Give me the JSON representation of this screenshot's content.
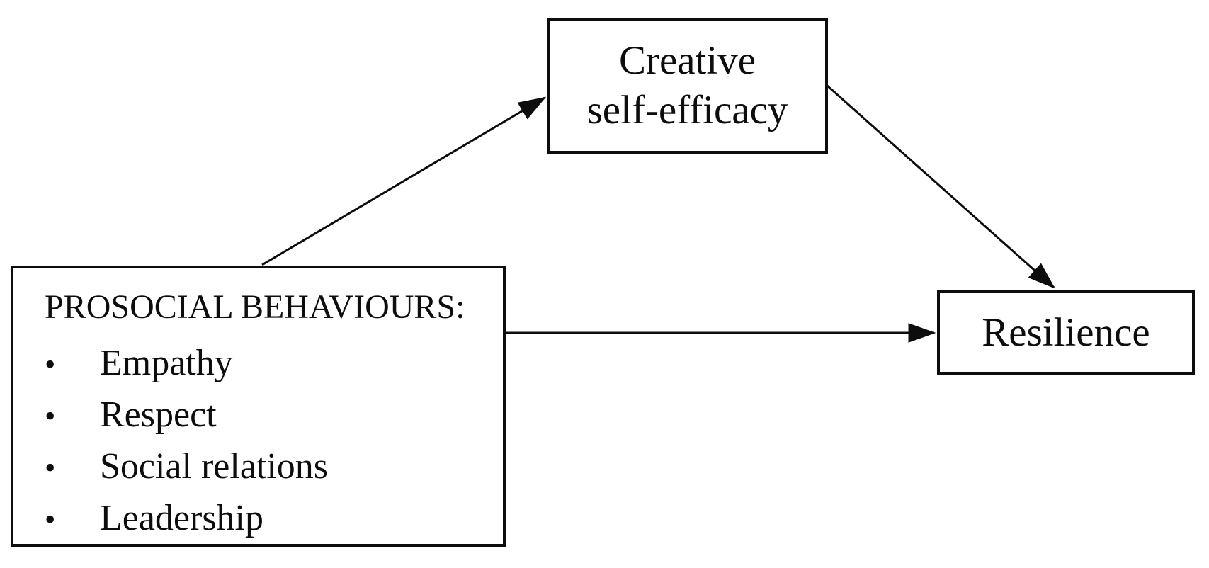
{
  "figure": {
    "type": "mediation-path-diagram",
    "background_color": "#ffffff",
    "ink_color": "#0d0d0d"
  },
  "boxes": {
    "creative_self_efficacy": {
      "lines": [
        "Creative",
        "self-efficacy"
      ]
    },
    "prosocial_behaviours": {
      "heading": "PROSOCIAL BEHAVIOURS:",
      "bullet": "•",
      "items": [
        "Empathy",
        "Respect",
        "Social relations",
        "Leadership"
      ]
    },
    "resilience": {
      "label": "Resilience"
    }
  },
  "arrows": [
    {
      "from": "prosocial_behaviours",
      "to": "creative_self_efficacy",
      "label": ""
    },
    {
      "from": "creative_self_efficacy",
      "to": "resilience",
      "label": ""
    },
    {
      "from": "prosocial_behaviours",
      "to": "resilience",
      "label": ""
    }
  ]
}
